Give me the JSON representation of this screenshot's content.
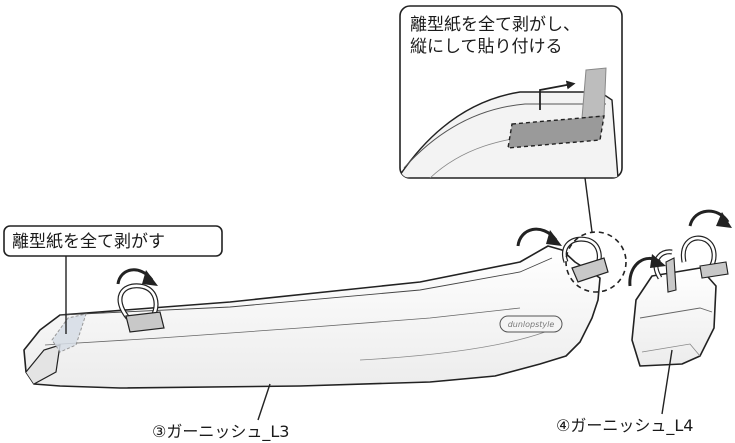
{
  "callout_top": {
    "line1": "離型紙を全て剥がし、",
    "line2": "縦にして貼り付ける"
  },
  "callout_left": {
    "text": "離型紙を全て剥がす"
  },
  "parts": {
    "part3": "③ガーニッシュ_L3",
    "part4": "④ガーニッシュ_L4"
  },
  "emblem": {
    "text": "dunlopstyle"
  },
  "colors": {
    "stroke": "#222222",
    "tape": "#c8c8c8",
    "tape_dark": "#8c8c8c",
    "liner": "#d6dde6"
  }
}
